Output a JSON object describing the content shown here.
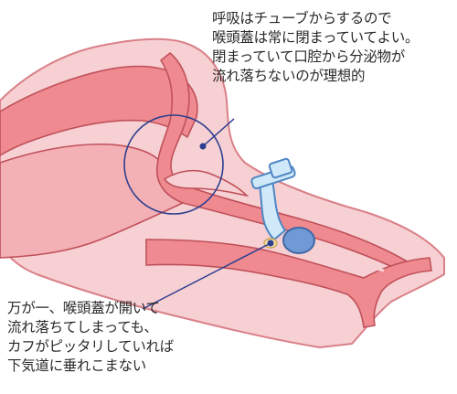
{
  "annotations": {
    "epiglottis_note": {
      "lines": [
        "呼吸はチューブからするので",
        "喉頭蓋は常に閉まっていてよい。",
        "閉まっていて口腔から分泌物が",
        "流れ落ちないのが理想的"
      ]
    },
    "cuff_note": {
      "lines": [
        "万が一、喉頭蓋が開いて",
        "流れ落ちてしまっても、",
        "カフがピッタリしていれば",
        "下気道に垂れこまない"
      ]
    }
  },
  "colors": {
    "skin": "#f7d0d3",
    "skin_outline": "#d98088",
    "tissue_dark": "#ee8a90",
    "tissue_outline": "#c0505a",
    "tube": "#cfe9f8",
    "tube_outline": "#4f86c4",
    "cuff": "#6f9ad6",
    "callout_line": "#2c3e8f",
    "text": "#2a2a2a"
  }
}
